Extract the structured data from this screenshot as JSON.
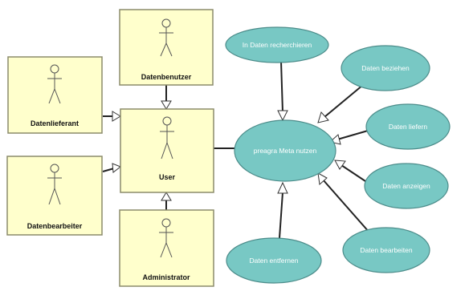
{
  "actors": {
    "datenbenutzer": "Datenbenutzer",
    "datenlieferant": "Datenlieferant",
    "user": "User",
    "datenbearbeiter": "Datenbearbeiter",
    "administrator": "Administrator"
  },
  "use_cases": {
    "main": "preagra Meta nutzen",
    "recherchieren": "In Daten recherchieren",
    "beziehen": "Daten beziehen",
    "liefern": "Daten liefern",
    "anzeigen": "Daten anzeigen",
    "bearbeiten": "Daten bearbeiten",
    "entfernen": "Daten entfernen"
  },
  "colors": {
    "actor_fill": "#ffffcc",
    "use_case_fill": "#78c8c4"
  }
}
